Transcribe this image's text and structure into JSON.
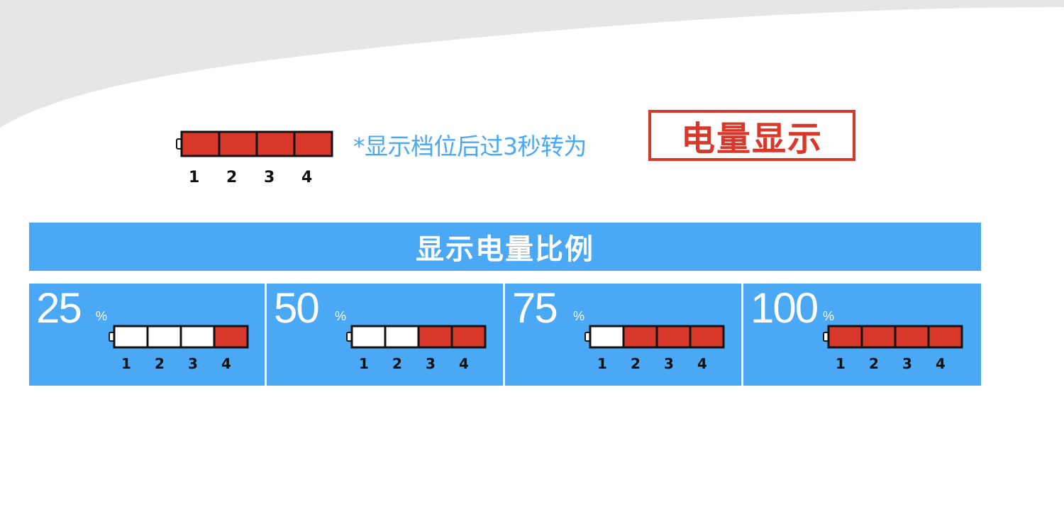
{
  "note": {
    "text": "*显示档位后过3秒转为",
    "highlight": "电量显示"
  },
  "legend": {
    "segments": [
      "1",
      "2",
      "3",
      "4"
    ],
    "filled": [
      true,
      true,
      true,
      true
    ]
  },
  "header": {
    "title": "显示电量比例"
  },
  "levels": [
    {
      "value": "25",
      "unit": "%",
      "filled": [
        false,
        false,
        false,
        true
      ],
      "labels": [
        "1",
        "2",
        "3",
        "4"
      ]
    },
    {
      "value": "50",
      "unit": "%",
      "filled": [
        false,
        false,
        true,
        true
      ],
      "labels": [
        "1",
        "2",
        "3",
        "4"
      ]
    },
    {
      "value": "75",
      "unit": "%",
      "filled": [
        false,
        true,
        true,
        true
      ],
      "labels": [
        "1",
        "2",
        "3",
        "4"
      ]
    },
    {
      "value": "100",
      "unit": "%",
      "filled": [
        true,
        true,
        true,
        true
      ],
      "labels": [
        "1",
        "2",
        "3",
        "4"
      ]
    }
  ],
  "colors": {
    "accent_blue": "#4aa8f5",
    "fill_red": "#d8382a",
    "empty_white": "#ffffff",
    "swoosh_gray": "#e6e6e6"
  }
}
